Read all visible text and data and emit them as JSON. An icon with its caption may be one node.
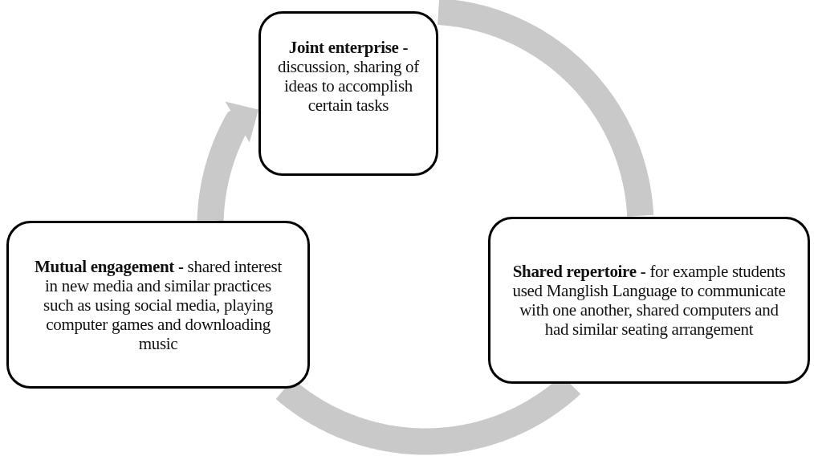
{
  "diagram": {
    "nodes": [
      {
        "text": [
          "**Joint enterprise -** discussion, sharing of ideas to accomplish certain tasks"
        ]
      },
      {
        "text": [
          "**Mutual engagement -** shared interest in new media and similar practices such as using social media, playing computer games and downloading music"
        ]
      },
      {
        "text": [
          "**Shared repertoire -** for example students used Manglish Language to communicate with one another, shared computers and had similar seating arrangement"
        ]
      }
    ],
    "edges": [
      {
        "from": 1,
        "to": 0,
        "arrow": "to"
      },
      {
        "from": 0,
        "to": 2,
        "arrow": "none"
      },
      {
        "from": 2,
        "to": 1,
        "arrow": "none"
      }
    ]
  }
}
